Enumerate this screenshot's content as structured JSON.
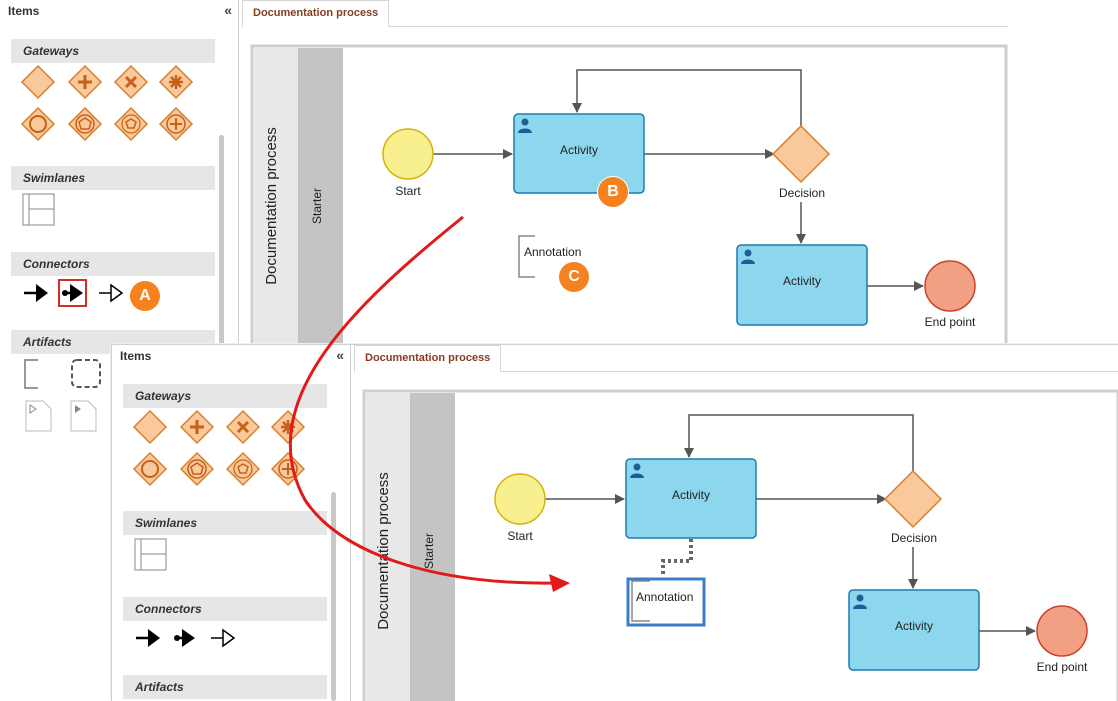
{
  "panel": {
    "title": "Items",
    "collapse_glyph": "«",
    "sections": {
      "gateways": "Gateways",
      "swimlanes": "Swimlanes",
      "connectors": "Connectors",
      "artifacts": "Artifacts"
    }
  },
  "tab": {
    "label": "Documentation process"
  },
  "diagram": {
    "pool_label": "Documentation process",
    "lane_label": "Starter",
    "start_label": "Start",
    "activity_label": "Activity",
    "decision_label": "Decision",
    "activity2_label": "Activity",
    "end_label": "End point",
    "annotation_label": "Annotation"
  },
  "badges": {
    "a": "A",
    "b": "B",
    "c": "C"
  },
  "colors": {
    "gateway_fill": "#f9c89b",
    "gateway_stroke": "#d8802d",
    "activity_fill": "#8dd7ee",
    "activity_stroke": "#1c7cb0",
    "start_fill": "#f8ef8e",
    "start_stroke": "#d4b50e",
    "end_fill": "#f2a084",
    "end_stroke": "#c9432a",
    "badge": "#f5821f",
    "tab_text": "#8a3b22",
    "red_arrow": "#e11a1a",
    "selection": "#3d7cc6"
  },
  "icons": {
    "activity_marker": "user-icon",
    "connector_types": [
      "sequence-flow-icon",
      "message-flow-icon",
      "association-icon"
    ]
  }
}
